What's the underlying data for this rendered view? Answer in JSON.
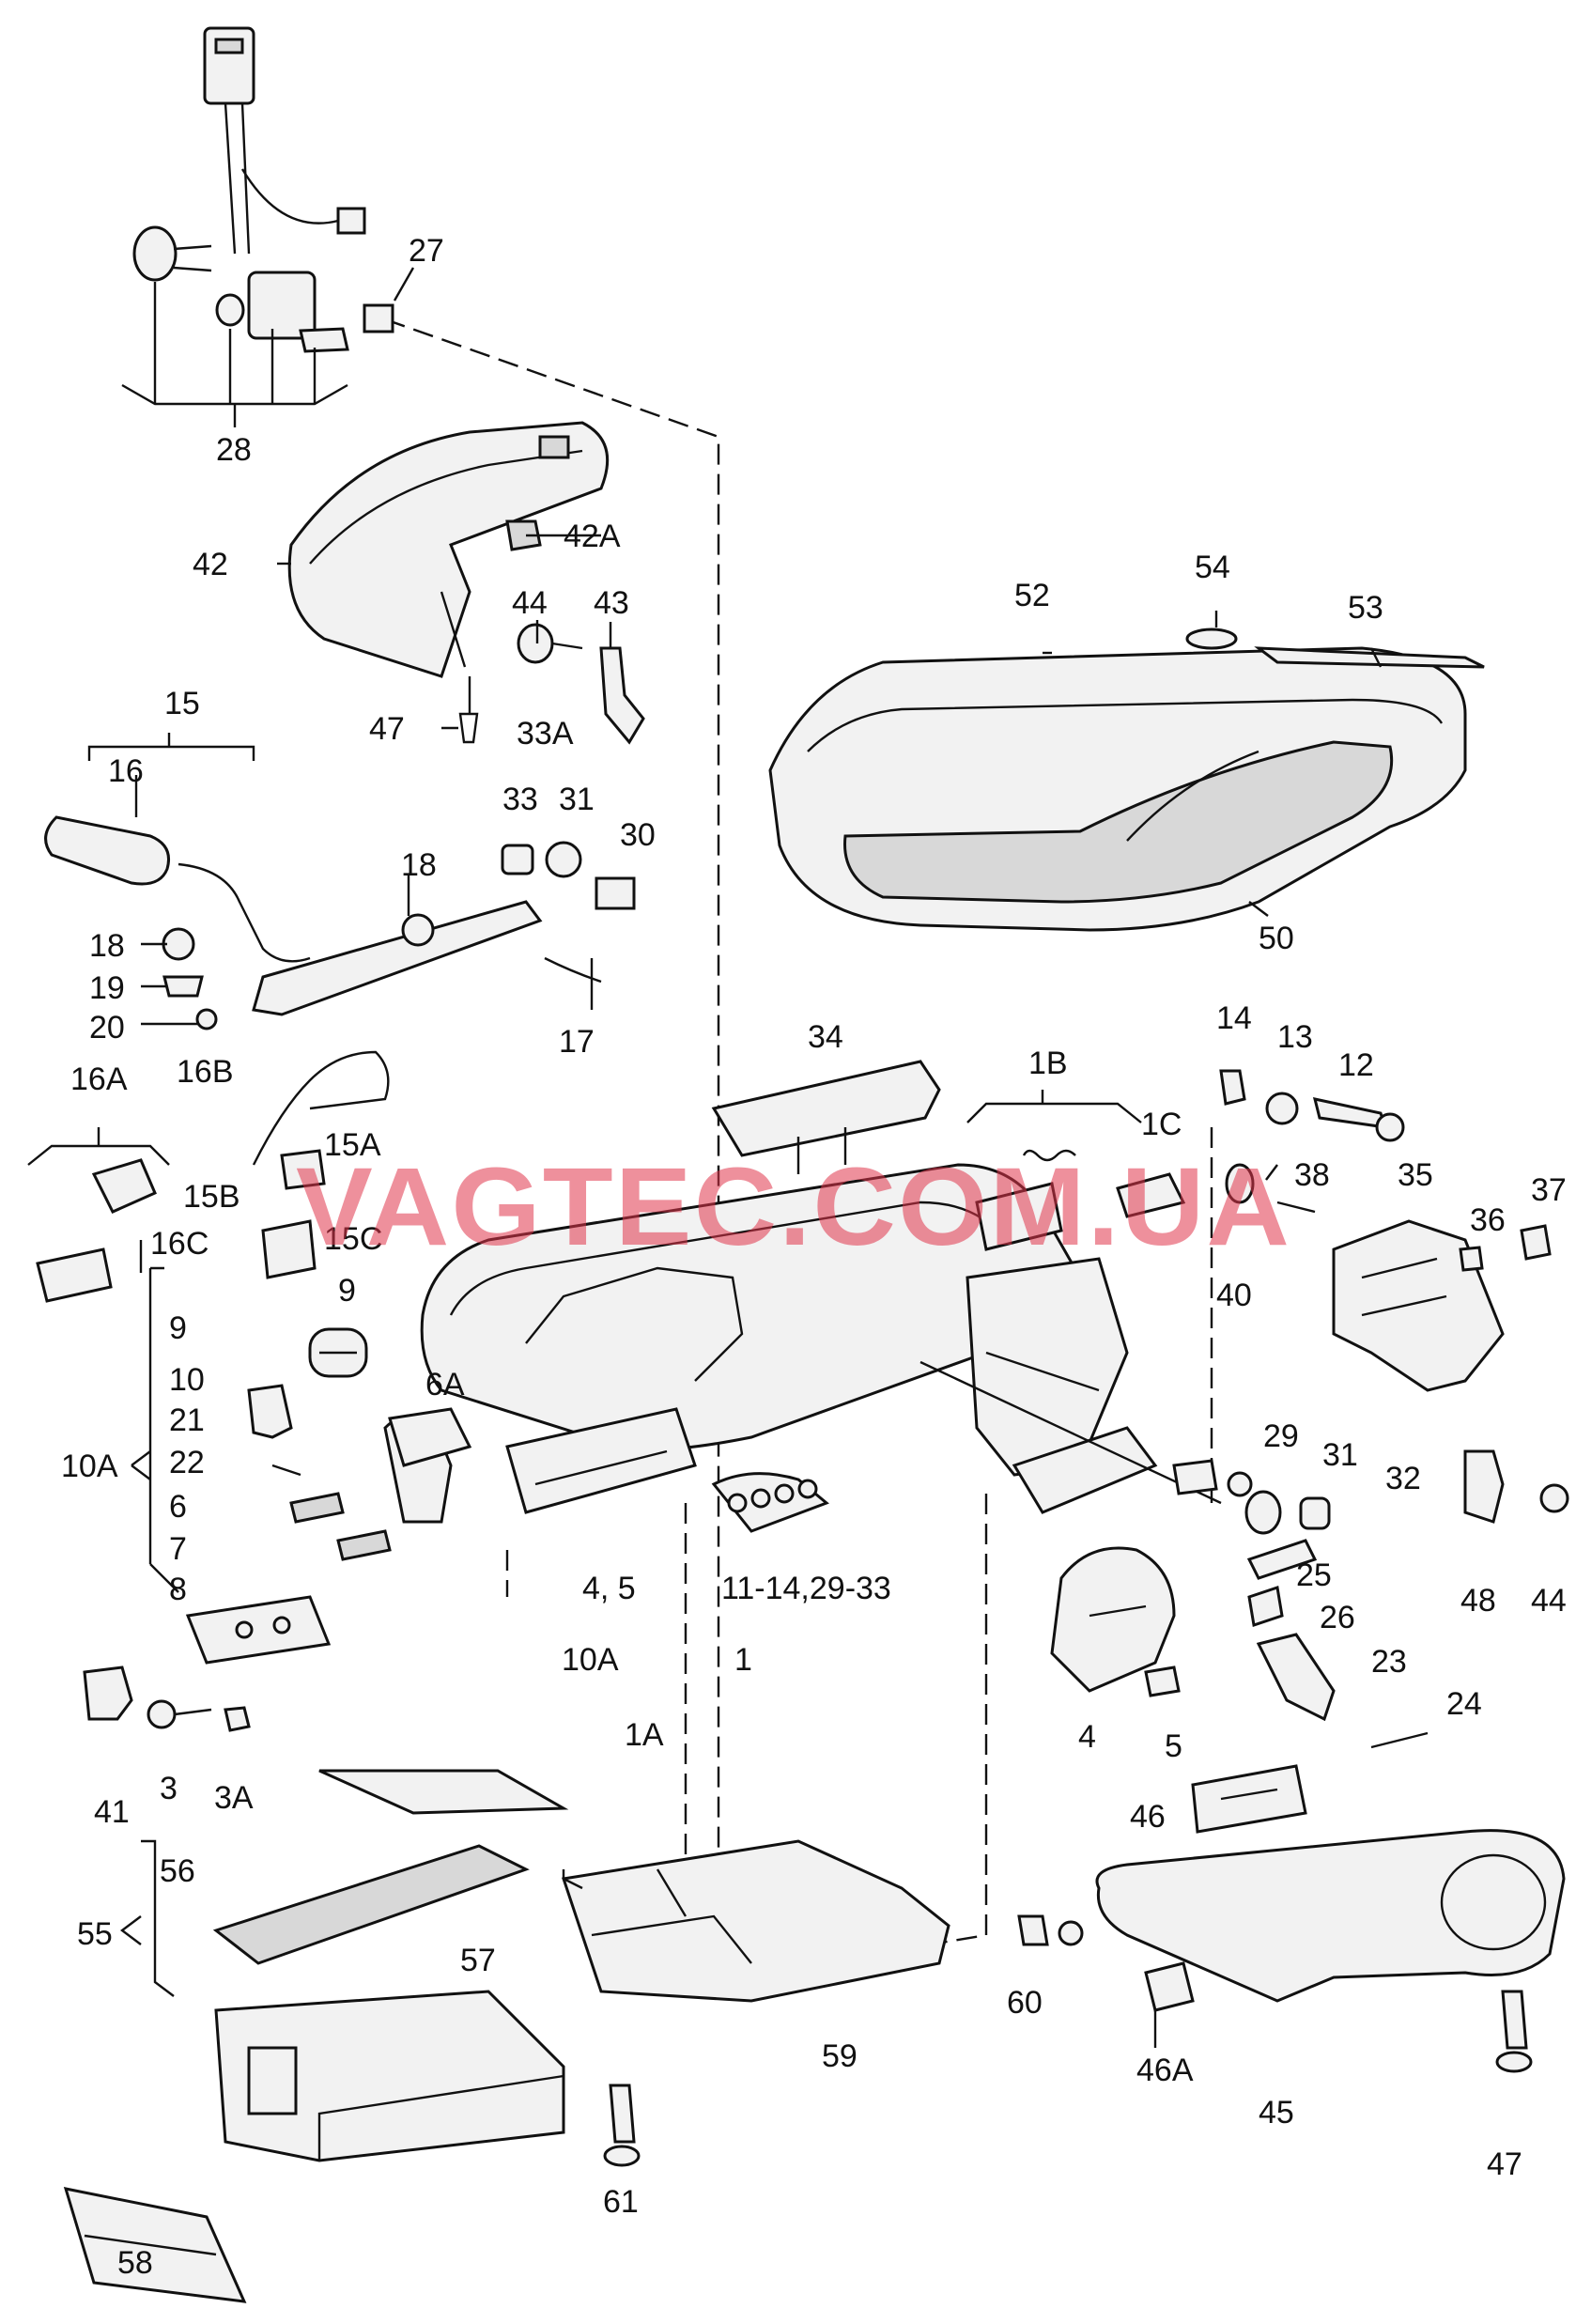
{
  "watermark": "VAGTEC.COM.UA",
  "callouts": [
    "27",
    "28",
    "42",
    "42A",
    "44",
    "43",
    "47",
    "15",
    "16",
    "33A",
    "33",
    "31",
    "30",
    "18",
    "18",
    "19",
    "20",
    "17",
    "16A",
    "16B",
    "15A",
    "15B",
    "16C",
    "15C",
    "9",
    "9",
    "10",
    "21",
    "22",
    "6",
    "7",
    "8",
    "10A",
    "6A",
    "4, 5",
    "11-14,29-33",
    "1",
    "10A",
    "1A",
    "41",
    "3",
    "3A",
    "56",
    "55",
    "57",
    "58",
    "61",
    "59",
    "60",
    "34",
    "1B",
    "1C",
    "14",
    "13",
    "12",
    "38",
    "35",
    "37",
    "36",
    "40",
    "29",
    "31",
    "32",
    "48",
    "44",
    "25",
    "26",
    "23",
    "4",
    "5",
    "24",
    "46",
    "46A",
    "45",
    "47",
    "52",
    "54",
    "53",
    "50"
  ]
}
